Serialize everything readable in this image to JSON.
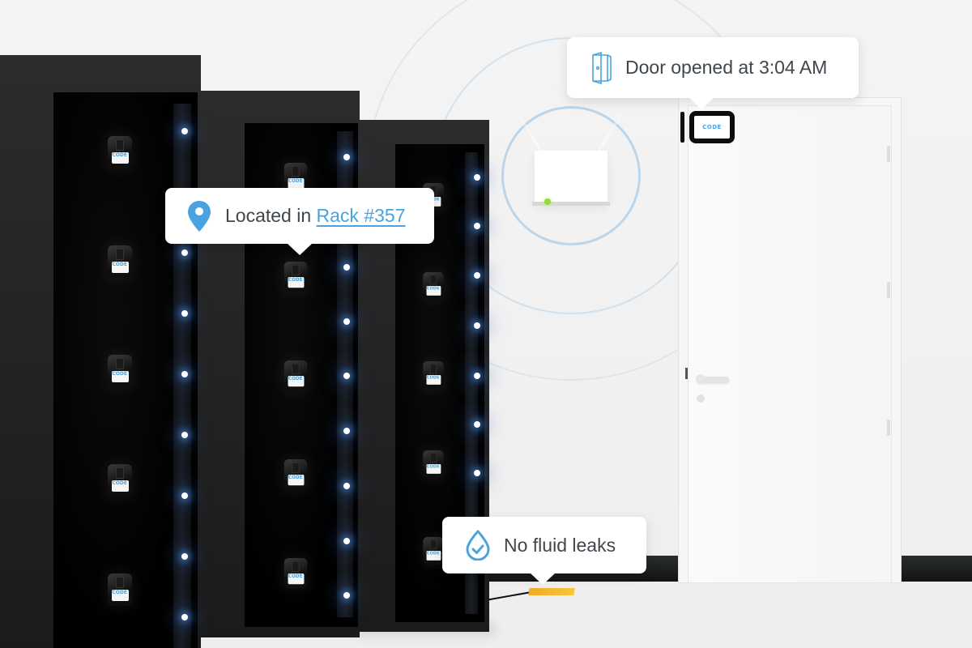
{
  "scene": {
    "description": "Data center monitoring illustration",
    "colors": {
      "accent": "#4aa3df",
      "text": "#3f464c",
      "led_glow": "#4682d2",
      "leak_sensor": "#f0ab25",
      "router_status": "#8fdc3e",
      "rack": "#1b1b1b",
      "background": "#f1f1f1"
    }
  },
  "callouts": {
    "door": {
      "icon": "door-open-icon",
      "text": "Door opened at 3:04 AM"
    },
    "rack": {
      "icon": "map-pin-icon",
      "prefix": "Located in ",
      "link": "Rack #357"
    },
    "leak": {
      "icon": "water-drop-check-icon",
      "text": "No fluid leaks"
    }
  },
  "devices": {
    "door_sensor_label": "CODE",
    "tag_label": "CODE"
  }
}
